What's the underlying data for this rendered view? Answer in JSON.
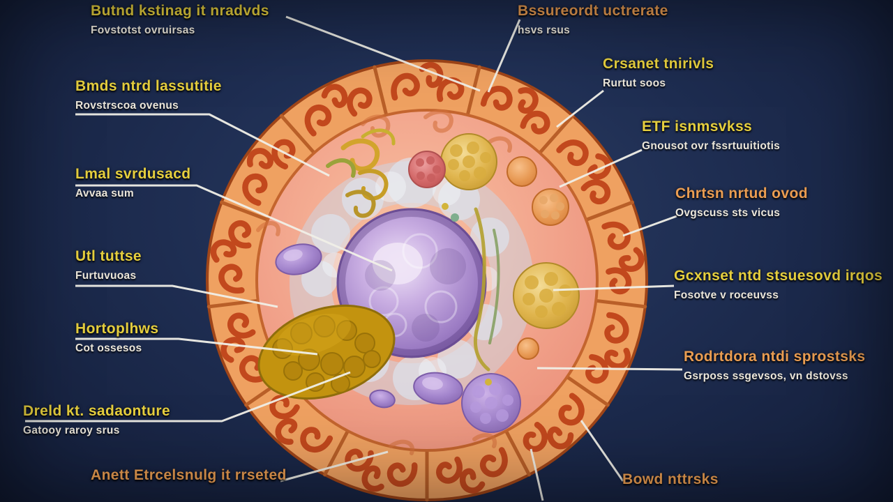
{
  "figure": {
    "description_visible_text_only": true,
    "colors": {
      "background": "#1e2d51",
      "label_yellow": "#e6cf3e",
      "label_orange": "#ea9d52",
      "label_subtext": "#ece7db",
      "leader_line": "#f1f0e8",
      "membrane_orange": "#efa161",
      "membrane_squiggle": "#c2481d",
      "cytoplasm_pink": "#f2a48c",
      "nucleus_purple": "#9c7cc4",
      "er_cloud_blue": "#dce6f2",
      "organelle_gold": "#c3930f"
    },
    "labels": [
      {
        "id": "l1",
        "title": "Butnd kstinag it nradvds",
        "subtitle": "Fovstotst ovruirsas",
        "color": "yellow"
      },
      {
        "id": "l2",
        "title": "Bmds ntrd lassutitie",
        "subtitle": "Rovstrscoa ovenus",
        "color": "yellow"
      },
      {
        "id": "l3",
        "title": "Lmal svrdusacd",
        "subtitle": "Avvaa sum",
        "color": "yellow"
      },
      {
        "id": "l4",
        "title": "Utl tuttse",
        "subtitle": "Furtuvuoas",
        "color": "yellow"
      },
      {
        "id": "l5",
        "title": "Hortoplhws",
        "subtitle": "Cot ossesos",
        "color": "yellow"
      },
      {
        "id": "l6",
        "title": "Dreld kt. sadaonture",
        "subtitle": "Gatooy raroy srus",
        "color": "yellow"
      },
      {
        "id": "l7",
        "title": "Anett Etrcelsnulg it rrseted",
        "subtitle": "",
        "color": "orange"
      },
      {
        "id": "r1",
        "title": "Bssureordt uctrerate",
        "subtitle": "hsvs rsus",
        "color": "orange"
      },
      {
        "id": "r2",
        "title": "Crsanet tnirivls",
        "subtitle": "Rurtut soos",
        "color": "yellow"
      },
      {
        "id": "r3",
        "title": "ETF isnmsvkss",
        "subtitle": "Gnousot ovr fssrtuuitiotis",
        "color": "yellow"
      },
      {
        "id": "r4",
        "title": "Chrtsn nrtud ovod",
        "subtitle": "Ovgscuss sts vicus",
        "color": "orange"
      },
      {
        "id": "r5",
        "title": "Gcxnset ntd stsuesovd irqos",
        "subtitle": "Fosotve v roceuvss",
        "color": "yellow"
      },
      {
        "id": "r6",
        "title": "Rodrtdora ntdi sprostsks",
        "subtitle": "Gsrposs ssgevsos, vn dstovss",
        "color": "orange"
      },
      {
        "id": "r7",
        "title": "Bowd nttrsks",
        "subtitle": "",
        "color": "orange"
      }
    ]
  }
}
